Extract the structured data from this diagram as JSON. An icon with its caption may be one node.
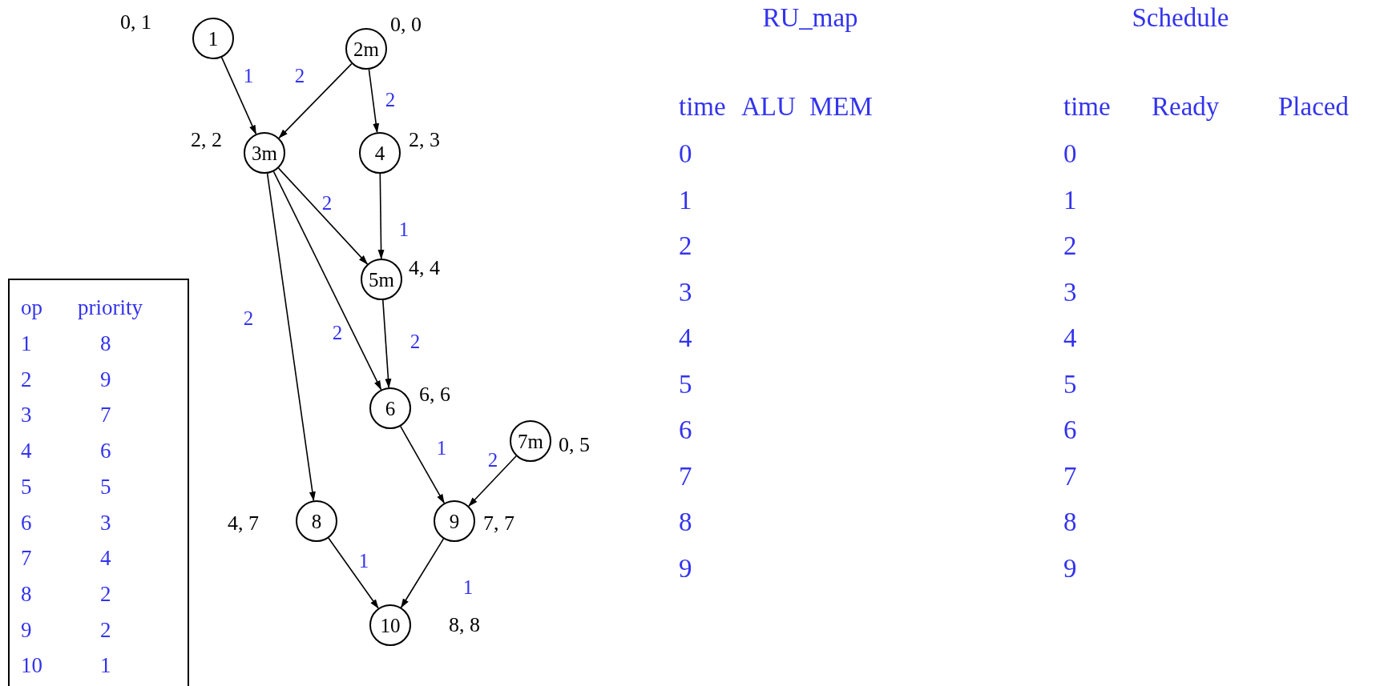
{
  "diagram": {
    "nodes": [
      {
        "text": [
          "1"
        ],
        "beside": [
          "0, 1"
        ]
      },
      {
        "text": [
          "2m"
        ],
        "beside": [
          "0, 0"
        ]
      },
      {
        "text": [
          "3m"
        ],
        "beside": [
          "2, 2"
        ]
      },
      {
        "text": [
          "4"
        ],
        "beside": [
          "2, 3"
        ]
      },
      {
        "text": [
          "5m"
        ],
        "beside": [
          "4, 4"
        ]
      },
      {
        "text": [
          "6"
        ],
        "beside": [
          "6, 6"
        ]
      },
      {
        "text": [
          "7m"
        ],
        "beside": [
          "0, 5"
        ]
      },
      {
        "text": [
          "8"
        ],
        "beside": [
          "4, 7"
        ]
      },
      {
        "text": [
          "9"
        ],
        "beside": [
          "7, 7"
        ]
      },
      {
        "text": [
          "10"
        ],
        "beside": [
          "8, 8"
        ]
      }
    ],
    "edges": [
      {
        "from": 0,
        "to": 2,
        "arrow": "to",
        "label": "1"
      },
      {
        "from": 1,
        "to": 2,
        "arrow": "to",
        "label": "2"
      },
      {
        "from": 1,
        "to": 3,
        "arrow": "to",
        "label": "2"
      },
      {
        "from": 2,
        "to": 4,
        "arrow": "to",
        "label": "2"
      },
      {
        "from": 3,
        "to": 4,
        "arrow": "to",
        "label": "1"
      },
      {
        "from": 2,
        "to": 7,
        "arrow": "to",
        "label": "2"
      },
      {
        "from": 2,
        "to": 5,
        "arrow": "to",
        "label": "2"
      },
      {
        "from": 4,
        "to": 5,
        "arrow": "to",
        "label": "2"
      },
      {
        "from": 5,
        "to": 8,
        "arrow": "to",
        "label": "1"
      },
      {
        "from": 6,
        "to": 8,
        "arrow": "to",
        "label": "2"
      },
      {
        "from": 7,
        "to": 9,
        "arrow": "to",
        "label": "1"
      },
      {
        "from": 8,
        "to": 9,
        "arrow": "to",
        "label": "1"
      }
    ],
    "labels": [
      "RU_map",
      "Schedule",
      "time",
      "ALU",
      "MEM",
      "time",
      "Ready",
      "Placed",
      "0",
      "0",
      "1",
      "1",
      "2",
      "2",
      "3",
      "3",
      "4",
      "4",
      "5",
      "5",
      "6",
      "6",
      "7",
      "7",
      "8",
      "8",
      "9",
      "9",
      "op",
      "priority",
      "1",
      "8",
      "2",
      "9",
      "3",
      "7",
      "4",
      "6",
      "5",
      "5",
      "6",
      "3",
      "7",
      "4",
      "8",
      "2",
      "9",
      "2",
      "10",
      "1"
    ]
  }
}
